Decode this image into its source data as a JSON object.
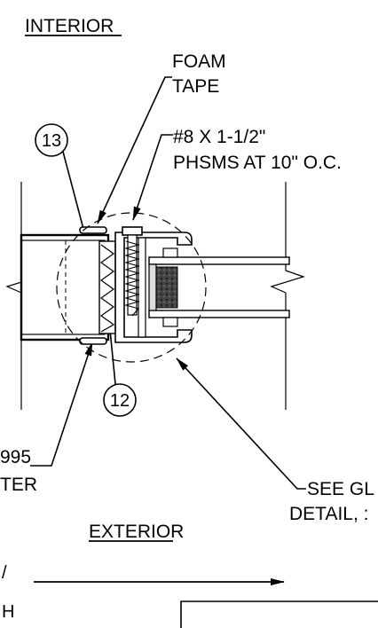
{
  "labels": {
    "interior": "INTERIOR",
    "exterior": "EXTERIOR",
    "foam_tape_line1": "FOAM",
    "foam_tape_line2": "TAPE",
    "screw_line1": "#8 X 1-1/2\"",
    "screw_line2": "PHSMS AT 10\" O.C.",
    "callout_13": "13",
    "callout_12": "12",
    "left_note_line1": "995",
    "left_note_line2": "TER",
    "see_detail_line1": "SEE GL",
    "see_detail_line2": "DETAIL, :",
    "left_edge_mark": "/",
    "left_edge_h": "H"
  }
}
